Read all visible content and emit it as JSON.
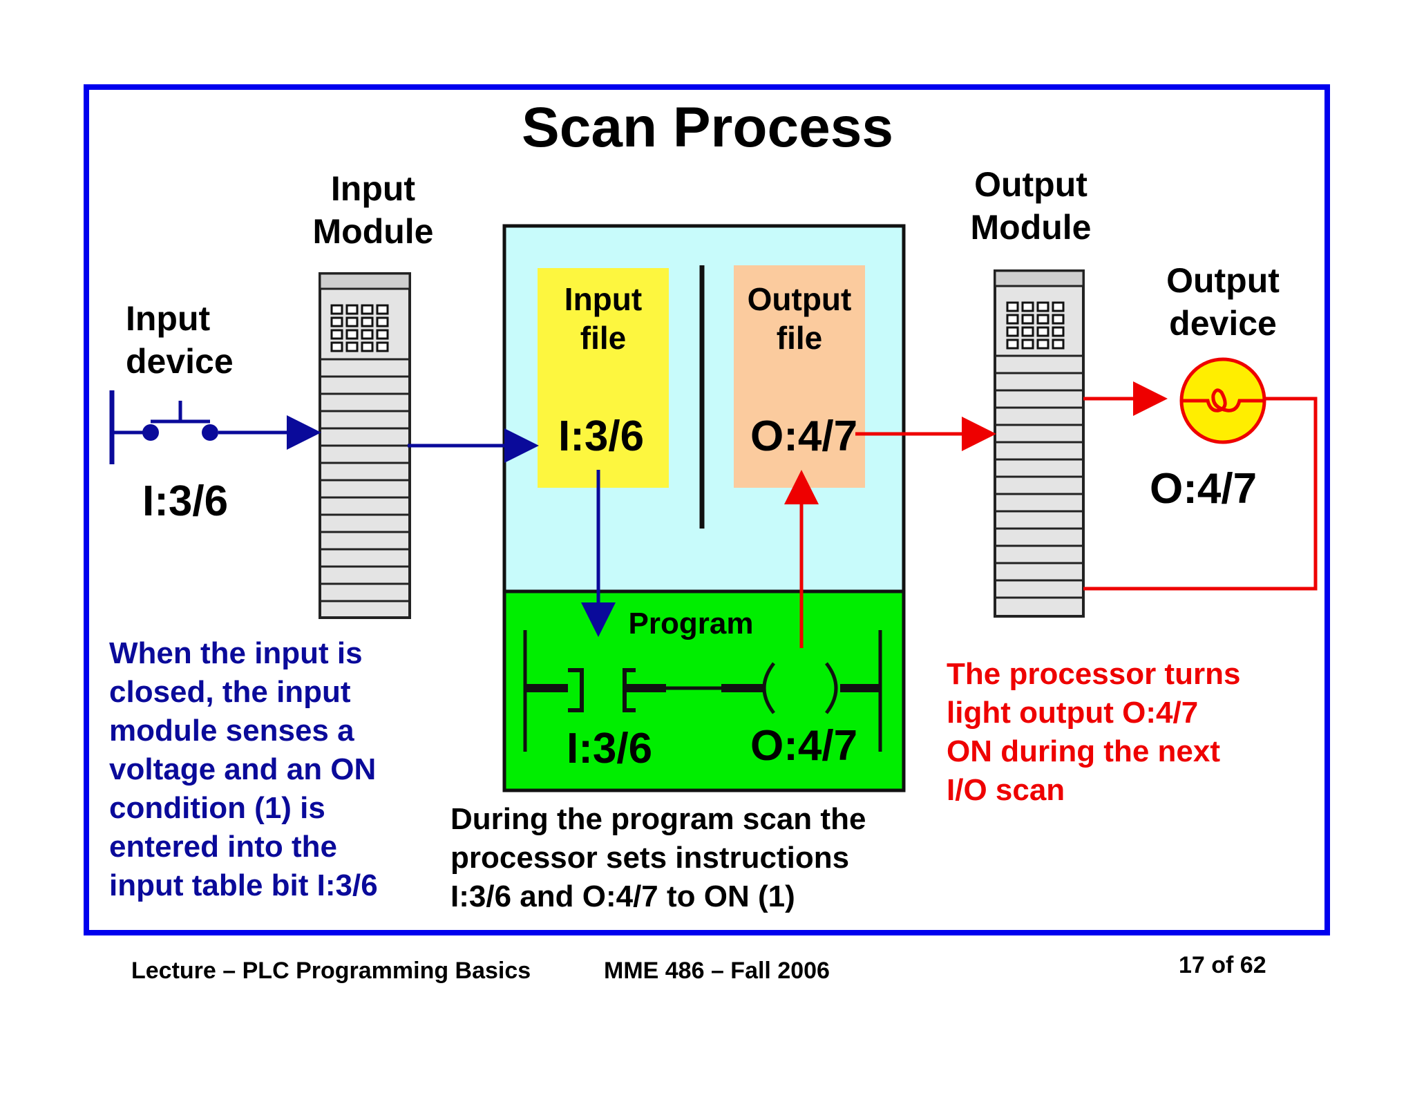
{
  "title": "Scan Process",
  "input_module": {
    "label": "Input\nModule"
  },
  "output_module": {
    "label": "Output\nModule"
  },
  "input_device": {
    "label": "Input\ndevice",
    "address": "I:3/6"
  },
  "output_device": {
    "label": "Output\ndevice",
    "address": "O:4/7"
  },
  "processor": {
    "input_file": {
      "label": "Input\nfile",
      "address": "I:3/6"
    },
    "output_file": {
      "label": "Output\nfile",
      "address": "O:4/7"
    },
    "program": {
      "label": "Program",
      "contact_address": "I:3/6",
      "coil_address": "O:4/7"
    }
  },
  "notes": {
    "input": "When the input is\nclosed, the input\nmodule senses a\nvoltage and an ON\ncondition (1) is\nentered into the\ninput table bit I:3/6",
    "program": "During the program scan the\nprocessor sets instructions\nI:3/6 and O:4/7 to ON (1)",
    "output": "The processor turns\n light output O:4/7\n ON during the next\nI/O scan"
  },
  "footer": {
    "lecture": "Lecture – PLC Programming Basics",
    "course": "MME 486 – Fall 2006",
    "page": "17 of 62"
  },
  "colors": {
    "frame": "#0000ee",
    "processor_bg": "#c8fbfb",
    "input_file_bg": "#fdf63f",
    "output_file_bg": "#fbcb9e",
    "program_bg": "#00ee00",
    "input_wire": "#0a0a9a",
    "output_wire": "#ee0000",
    "lamp": "#ffee00"
  }
}
